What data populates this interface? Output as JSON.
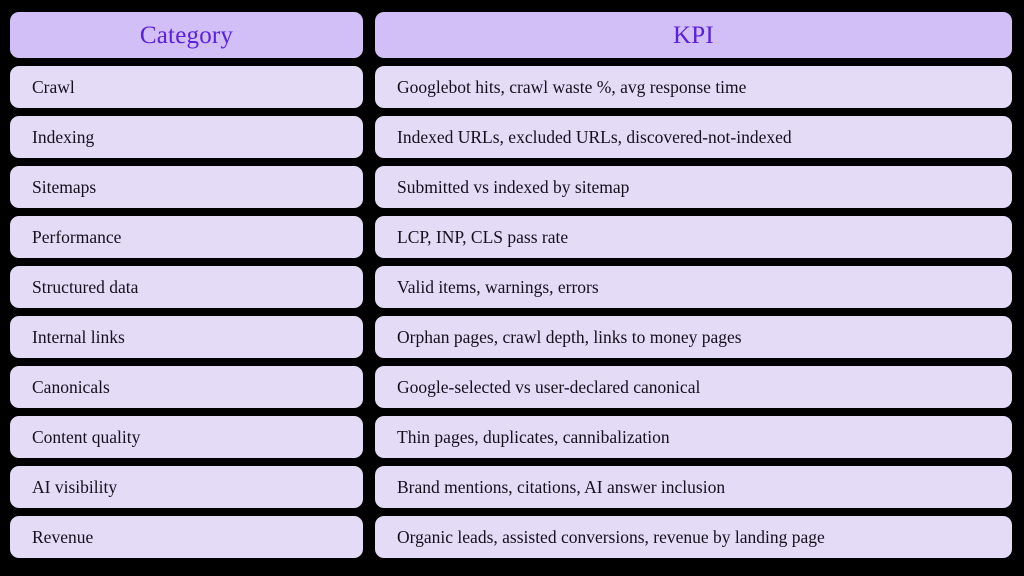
{
  "table": {
    "columns": [
      {
        "key": "category",
        "header": "Category"
      },
      {
        "key": "kpi",
        "header": "KPI"
      }
    ],
    "header": {
      "category": "Category",
      "kpi": "KPI"
    },
    "rows": [
      {
        "category": "Crawl",
        "kpi": "Googlebot hits, crawl waste %, avg response time"
      },
      {
        "category": "Indexing",
        "kpi": "Indexed URLs, excluded URLs, discovered-not-indexed"
      },
      {
        "category": "Sitemaps",
        "kpi": "Submitted vs indexed by sitemap"
      },
      {
        "category": "Performance",
        "kpi": "LCP, INP, CLS pass rate"
      },
      {
        "category": "Structured data",
        "kpi": "Valid items, warnings, errors"
      },
      {
        "category": "Internal links",
        "kpi": "Orphan pages, crawl depth, links to money pages"
      },
      {
        "category": "Canonicals",
        "kpi": "Google-selected vs user-declared canonical"
      },
      {
        "category": "Content quality",
        "kpi": "Thin pages, duplicates, cannibalization"
      },
      {
        "category": "AI visibility",
        "kpi": "Brand mentions, citations, AI answer inclusion"
      },
      {
        "category": "Revenue",
        "kpi": "Organic leads, assisted conversions, revenue by landing page"
      }
    ]
  },
  "colors": {
    "background": "#000000",
    "header_fill": "#d2bff7",
    "header_text": "#5b1fe0",
    "row_fill": "#e4dcf7",
    "row_text": "#14101c"
  }
}
